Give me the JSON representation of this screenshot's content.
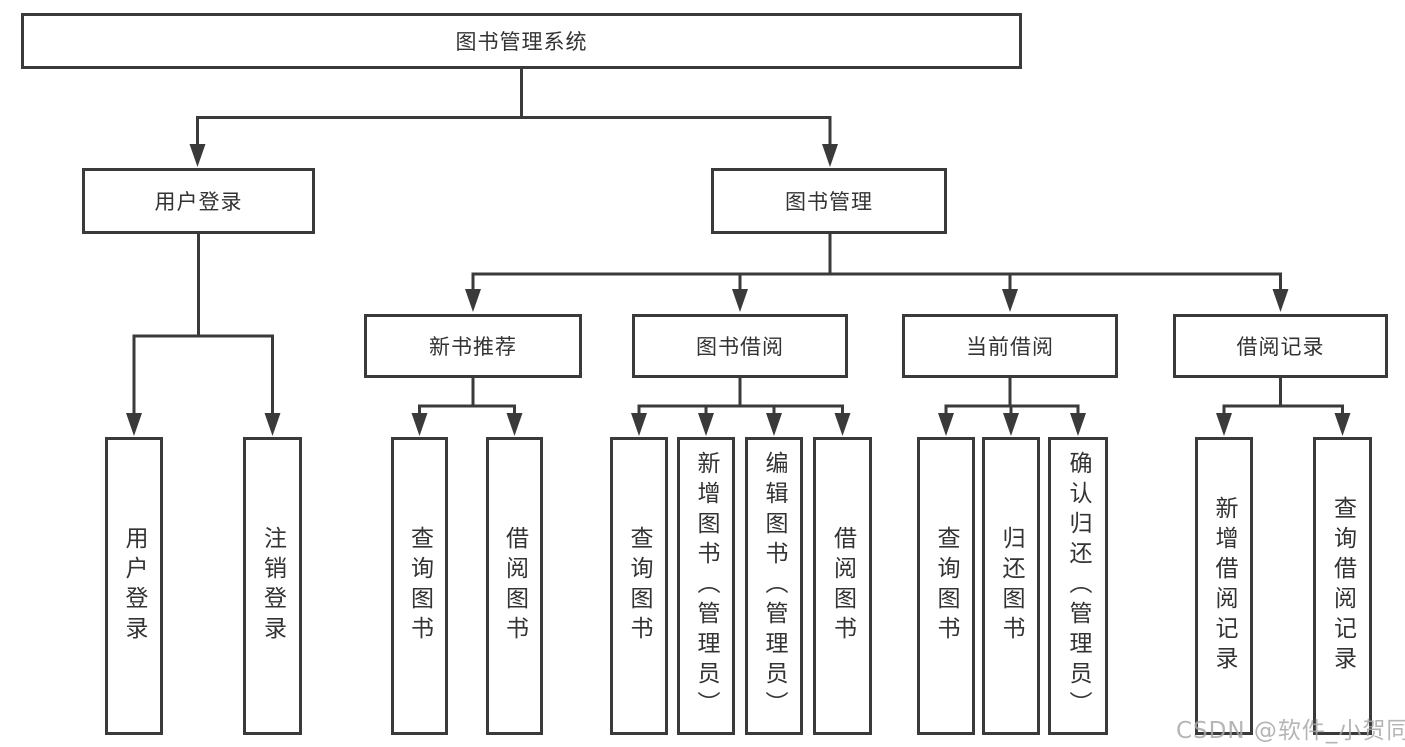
{
  "diagram": {
    "root": {
      "label": "图书管理系统"
    },
    "level1": [
      {
        "label": "用户登录"
      },
      {
        "label": "图书管理"
      }
    ],
    "level2": [
      {
        "label": "新书推荐"
      },
      {
        "label": "图书借阅"
      },
      {
        "label": "当前借阅"
      },
      {
        "label": "借阅记录"
      }
    ],
    "leaves": {
      "user_login_group": [
        {
          "label": "用户登录"
        },
        {
          "label": "注销登录"
        }
      ],
      "new_book_group": [
        {
          "label": "查询图书"
        },
        {
          "label": "借阅图书"
        }
      ],
      "borrow_group": [
        {
          "label": "查询图书"
        },
        {
          "label": "新增图书（管理员）"
        },
        {
          "label": "编辑图书（管理员）"
        },
        {
          "label": "借阅图书"
        }
      ],
      "current_group": [
        {
          "label": "查询图书"
        },
        {
          "label": "归还图书"
        },
        {
          "label": "确认归还（管理员）"
        }
      ],
      "record_group": [
        {
          "label": "新增借阅记录"
        },
        {
          "label": "查询借阅记录"
        }
      ]
    },
    "colors": {
      "line": "#3a3a3a",
      "text": "#333333",
      "box_background": "#ffffff",
      "watermark": "#a8a8a8"
    }
  },
  "watermark": {
    "text": "CSDN @软件_小贺同学"
  }
}
